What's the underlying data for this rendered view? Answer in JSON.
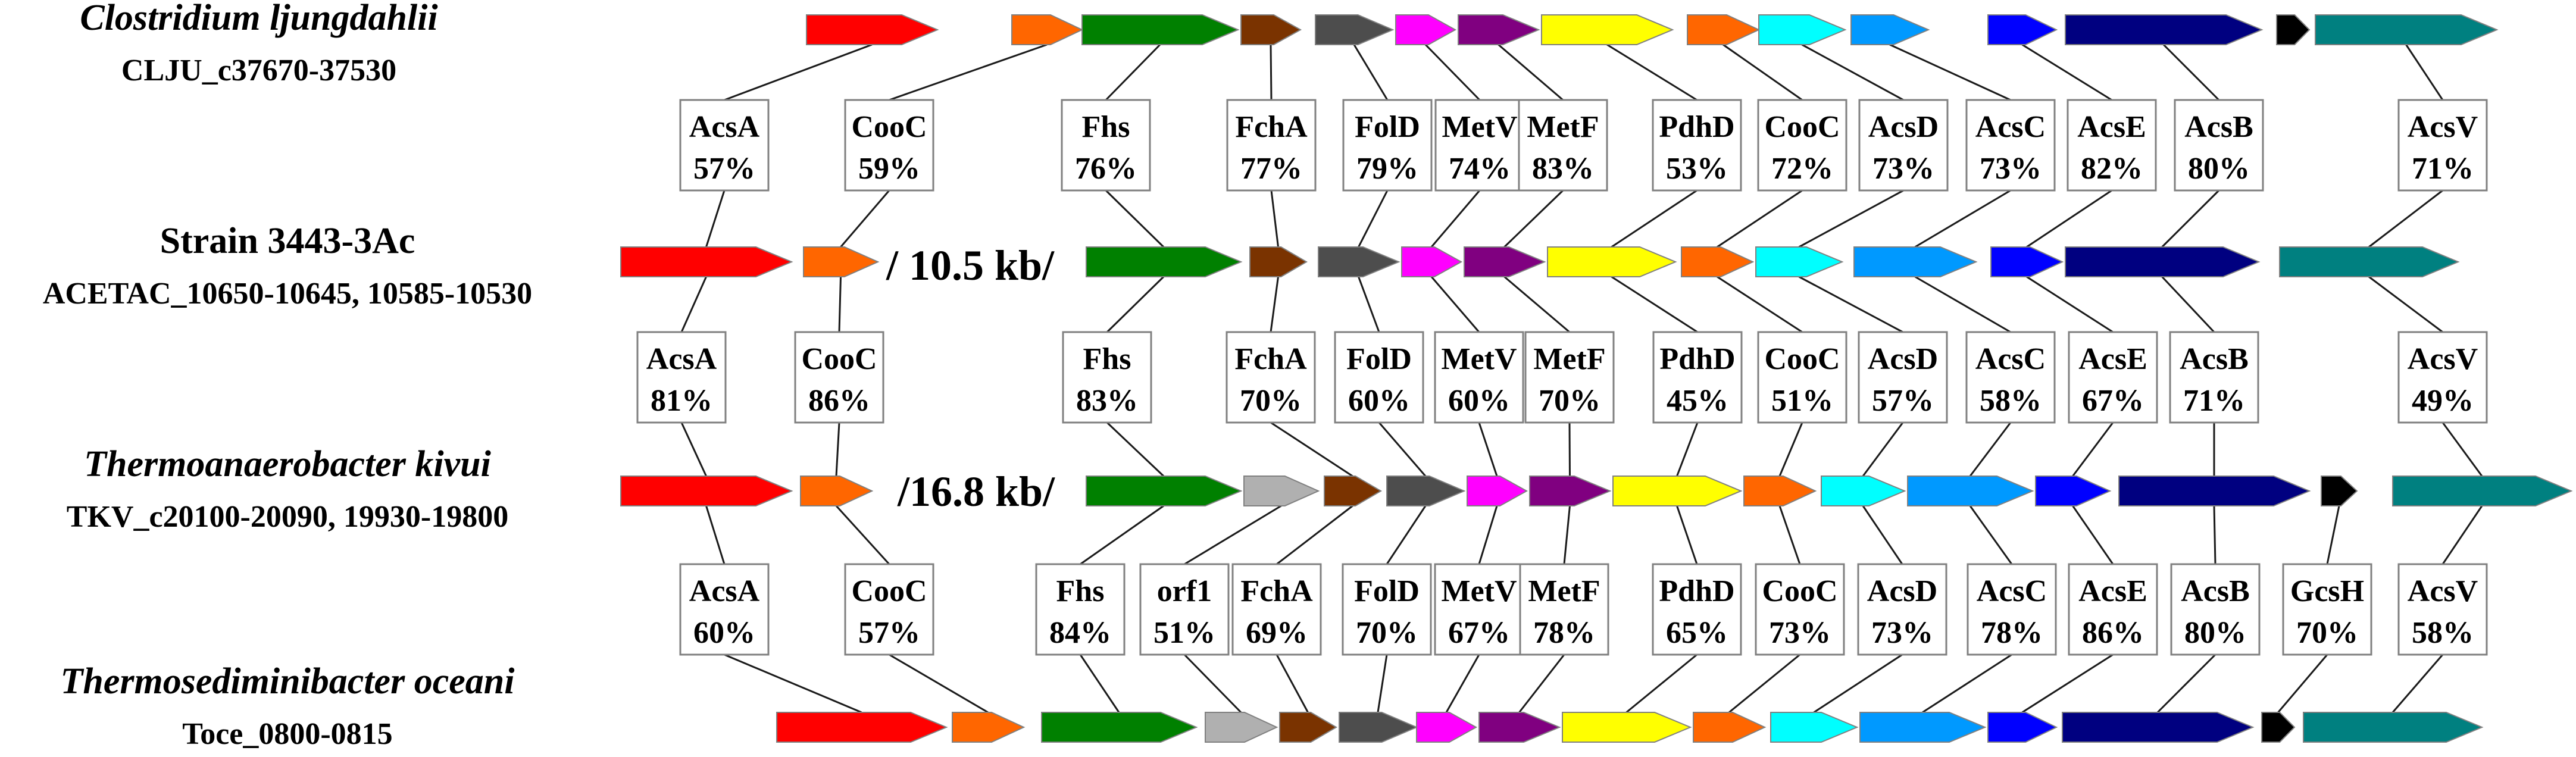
{
  "organisms": [
    {
      "id": "clju",
      "name": "Clostridium ljungdahlii",
      "italic": true,
      "locus": "CLJU_c37670-37530",
      "gap": ""
    },
    {
      "id": "acet",
      "name": "Strain 3443-3Ac",
      "italic": false,
      "locus": "ACETAC_10650-10645, 10585-10530",
      "gap": "/ 10.5 kb/"
    },
    {
      "id": "tkv",
      "name": "Thermoanaerobacter kivui",
      "italic": true,
      "locus": "TKV_c20100-20090, 19930-19800",
      "gap": "/16.8 kb/"
    },
    {
      "id": "toce",
      "name": "Thermosediminibacter oceani",
      "italic": true,
      "locus": "Toce_0800-0815",
      "gap": ""
    }
  ],
  "comparisons": [
    {
      "between": [
        "clju",
        "acet"
      ],
      "labels": [
        {
          "name": "AcsA",
          "identity": "57%"
        },
        {
          "name": "CooC",
          "identity": "59%"
        },
        {
          "name": "Fhs",
          "identity": "76%"
        },
        {
          "name": "FchA",
          "identity": "77%"
        },
        {
          "name": "FolD",
          "identity": "79%"
        },
        {
          "name": "MetV",
          "identity": "74%"
        },
        {
          "name": "MetF",
          "identity": "83%"
        },
        {
          "name": "PdhD",
          "identity": "53%"
        },
        {
          "name": "CooC",
          "identity": "72%"
        },
        {
          "name": "AcsD",
          "identity": "73%"
        },
        {
          "name": "AcsC",
          "identity": "73%"
        },
        {
          "name": "AcsE",
          "identity": "82%"
        },
        {
          "name": "AcsB",
          "identity": "80%"
        },
        {
          "name": "AcsV",
          "identity": "71%"
        }
      ]
    },
    {
      "between": [
        "acet",
        "tkv"
      ],
      "labels": [
        {
          "name": "AcsA",
          "identity": "81%"
        },
        {
          "name": "CooC",
          "identity": "86%"
        },
        {
          "name": "Fhs",
          "identity": "83%"
        },
        {
          "name": "FchA",
          "identity": "70%"
        },
        {
          "name": "FolD",
          "identity": "60%"
        },
        {
          "name": "MetV",
          "identity": "60%"
        },
        {
          "name": "MetF",
          "identity": "70%"
        },
        {
          "name": "PdhD",
          "identity": "45%"
        },
        {
          "name": "CooC",
          "identity": "51%"
        },
        {
          "name": "AcsD",
          "identity": "57%"
        },
        {
          "name": "AcsC",
          "identity": "58%"
        },
        {
          "name": "AcsE",
          "identity": "67%"
        },
        {
          "name": "AcsB",
          "identity": "71%"
        },
        {
          "name": "AcsV",
          "identity": "49%"
        }
      ]
    },
    {
      "between": [
        "tkv",
        "toce"
      ],
      "labels": [
        {
          "name": "AcsA",
          "identity": "60%"
        },
        {
          "name": "CooC",
          "identity": "57%"
        },
        {
          "name": "Fhs",
          "identity": "84%"
        },
        {
          "name": "orf1",
          "identity": "51%"
        },
        {
          "name": "FchA",
          "identity": "69%"
        },
        {
          "name": "FolD",
          "identity": "70%"
        },
        {
          "name": "MetV",
          "identity": "67%"
        },
        {
          "name": "MetF",
          "identity": "78%"
        },
        {
          "name": "PdhD",
          "identity": "65%"
        },
        {
          "name": "CooC",
          "identity": "73%"
        },
        {
          "name": "AcsD",
          "identity": "73%"
        },
        {
          "name": "AcsC",
          "identity": "78%"
        },
        {
          "name": "AcsE",
          "identity": "86%"
        },
        {
          "name": "AcsB",
          "identity": "80%"
        },
        {
          "name": "GcsH",
          "identity": "70%"
        },
        {
          "name": "AcsV",
          "identity": "58%"
        }
      ]
    }
  ],
  "gene_colors": {
    "AcsA": "#ff0000",
    "CooC": "#ff6600",
    "Fhs": "#008000",
    "orf1": "#b0b0b0",
    "FchA": "#7a3300",
    "FolD": "#4d4d4d",
    "MetV": "#ff00ff",
    "MetF": "#800080",
    "PdhD": "#ffff00",
    "CooC2": "#ff6600",
    "AcsD": "#00ffff",
    "AcsC": "#0099ff",
    "AcsE": "#0000ff",
    "AcsB": "#000080",
    "GcsH": "#000000",
    "AcsV": "#008080"
  }
}
